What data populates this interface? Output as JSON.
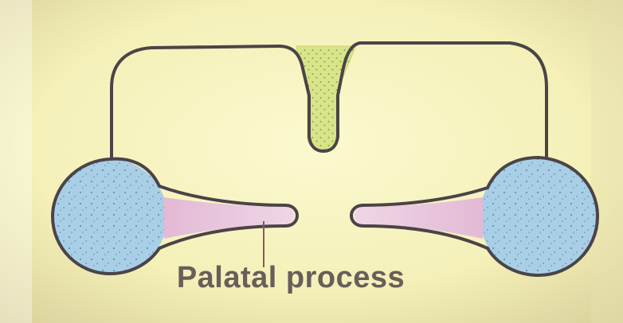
{
  "diagram": {
    "labels": {
      "palatal_process": "Palatal process"
    },
    "colors": {
      "background": "#f2efb8",
      "outline": "#4a4448",
      "maxillary_bulb": "#a9cfe6",
      "palatal_shelf": "#e9c8dd",
      "nasal_septum": "#d9e48a",
      "leader_line": "#8a5a5a",
      "caption_text": "#5a4f50"
    },
    "structures": [
      "nasal-septum",
      "left-maxillary-process",
      "right-maxillary-process",
      "left-palatal-shelf",
      "right-palatal-shelf"
    ]
  }
}
